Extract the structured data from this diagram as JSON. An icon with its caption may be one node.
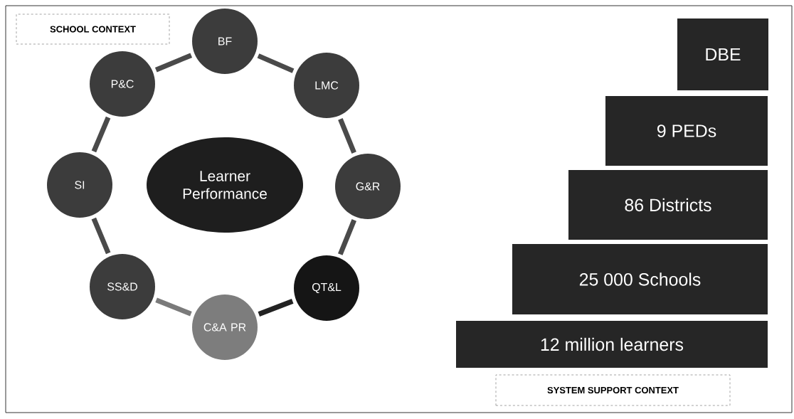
{
  "diagram": {
    "nodes": [
      {
        "text": [
          "SCHOOL CONTEXT"
        ]
      },
      {
        "text": [
          "Learner Performance"
        ]
      },
      {
        "text": [
          "BF"
        ]
      },
      {
        "text": [
          "LMC"
        ]
      },
      {
        "text": [
          "G&R"
        ]
      },
      {
        "text": [
          "QT&L"
        ]
      },
      {
        "text": [
          "C&A PR"
        ]
      },
      {
        "text": [
          "SS&D"
        ]
      },
      {
        "text": [
          "SI"
        ]
      },
      {
        "text": [
          "P&C"
        ]
      },
      {
        "text": [
          "DBE"
        ]
      },
      {
        "text": [
          "9 PEDs"
        ]
      },
      {
        "text": [
          "86 Districts"
        ]
      },
      {
        "text": [
          "25 000 Schools"
        ]
      },
      {
        "text": [
          "12 million learners"
        ]
      },
      {
        "text": [
          "SYSTEM SUPPORT CONTEXT"
        ]
      }
    ],
    "edges": [
      {
        "from": 2,
        "to": 3,
        "arrow": "none"
      },
      {
        "from": 3,
        "to": 4,
        "arrow": "none"
      },
      {
        "from": 4,
        "to": 5,
        "arrow": "none"
      },
      {
        "from": 5,
        "to": 6,
        "arrow": "none",
        "color": "#222222"
      },
      {
        "from": 6,
        "to": 7,
        "arrow": "none",
        "color": "#7a7a7a"
      },
      {
        "from": 7,
        "to": 8,
        "arrow": "none"
      },
      {
        "from": 8,
        "to": 9,
        "arrow": "none"
      },
      {
        "from": 9,
        "to": 2,
        "arrow": "none"
      }
    ]
  }
}
